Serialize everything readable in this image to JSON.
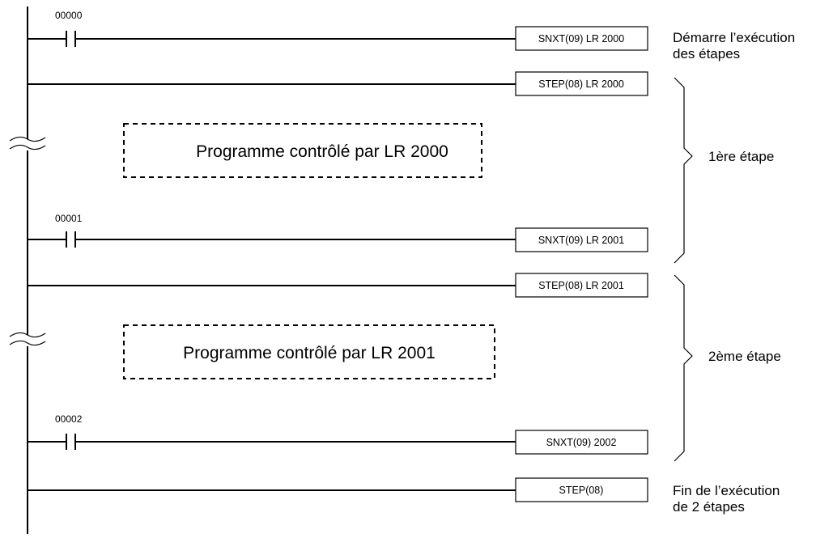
{
  "rungs": [
    {
      "type": "contact",
      "address": "00000",
      "instruction": "SNXT(09) LR 2000"
    },
    {
      "type": "plain",
      "instruction": "STEP(08) LR 2000"
    },
    {
      "type": "contact",
      "address": "00001",
      "instruction": "SNXT(09) LR 2001"
    },
    {
      "type": "plain",
      "instruction": "STEP(08) LR 2001"
    },
    {
      "type": "contact",
      "address": "00002",
      "instruction": "SNXT(09) 2002"
    },
    {
      "type": "plain",
      "instruction": "STEP(08)"
    }
  ],
  "program_blocks": [
    {
      "label": "Programme contrôlé par LR 2000"
    },
    {
      "label": "Programme contrôlé par LR 2001"
    }
  ],
  "annotations": {
    "start": [
      "Démarre l’exécution",
      "des étapes"
    ],
    "end": [
      "Fin de l’exécution",
      "de 2 étapes"
    ]
  },
  "step_braces": [
    {
      "label": "1ère étape"
    },
    {
      "label": "2ème étape"
    }
  ]
}
